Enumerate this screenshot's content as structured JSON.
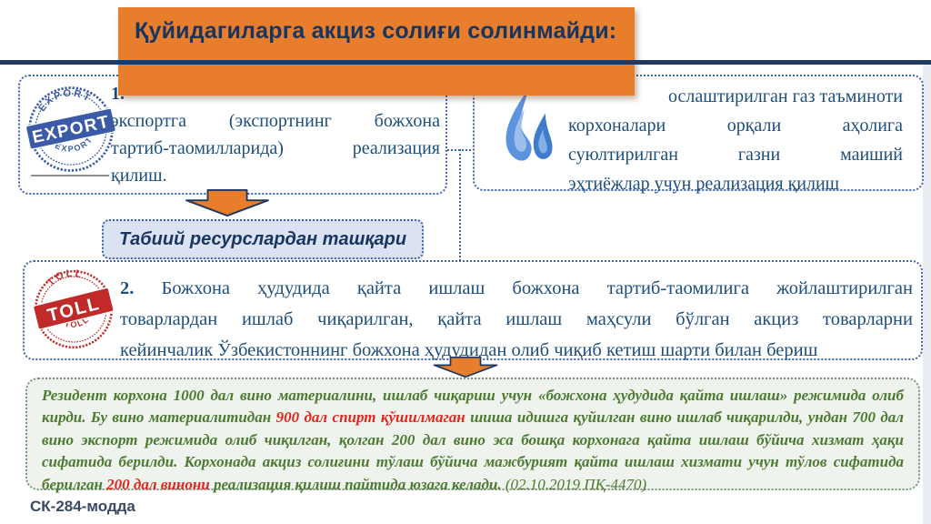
{
  "title": {
    "text": "Қуйидагиларга акциз солиғи солинмайди:"
  },
  "colors": {
    "banner_orange": "#e87d2c",
    "navy": "#1f3864",
    "box_border_blue": "#4063ad",
    "body_text_blue": "#1d4e7c",
    "example_green": "#4c7a31",
    "example_red": "#e0271d",
    "stamp_blue": "#3b5ba8",
    "stamp_red": "#c02a28"
  },
  "box_export": {
    "number": "1.",
    "lines": [
      "экспортга (экспортнинг божхона",
      "тартиб-таомилларида) реализация",
      "қилиш."
    ],
    "stamp_text": "EXPORT"
  },
  "box_gas": {
    "lines": [
      "ослаштирилган газ таъминоти",
      "корхоналари орқали аҳолига",
      "суюлтирилган газни маиший",
      "эҳтиёжлар учун реализация қилиш"
    ]
  },
  "note_natural": {
    "text": "Табиий ресурслардан ташқари"
  },
  "box_toll": {
    "number": "2.",
    "lines": [
      "Божхона ҳудудида қайта ишлаш божхона тартиб-таомилига жойлаштирилган",
      "товарлардан ишлаб чиқарилган, қайта ишлаш маҳсули бўлган акциз товарларни",
      "кейинчалик Ўзбекистоннинг божхона ҳудудидан олиб чиқиб кетиш шарти билан бериш"
    ],
    "stamp_text": "TOLL"
  },
  "example": {
    "part1": "Резидент корхона 1000 дал вино материалини, ишлаб чиқариш учун «божхона ҳудудида қайта ишлаш» режимида олиб кирди. Бу вино материалитидан ",
    "red1": "900 дал спирт қўшилмаган ",
    "part2": "шиша идишга қуйилган вино ишлаб чиқарилди, ундан 700 дал вино экспорт режимида олиб чиқилган, қолган 200 дал вино эса бошқа корхонага қайта ишлаш бўйича хизмат ҳақи сифатида берилди. Корхонада акциз солиғини тўлаш бўйича мажбурият қайта ишлаш хизмати учун тўлов сифатида берилган ",
    "red2": "200 дал винони ",
    "part3": "реализация қилиш пайтида юзага келади. ",
    "ref": "(02.10.2019 ПҚ-4470)"
  },
  "footer": {
    "text": "СК-284-модда"
  }
}
